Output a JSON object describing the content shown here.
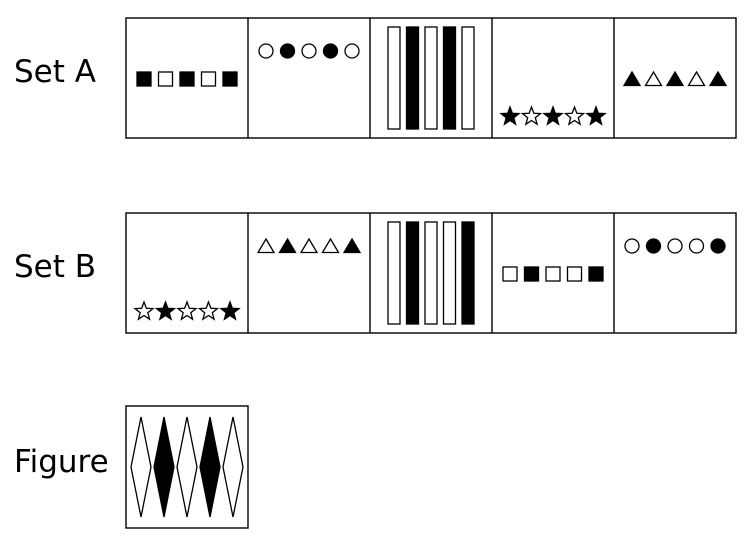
{
  "labels": {
    "set_a": "Set A",
    "set_b": "Set B",
    "figure": "Figure"
  },
  "colors": {
    "filled": "#000000",
    "hollow": "#ffffff",
    "outline": "#000000"
  },
  "set_a": [
    {
      "shape": "square",
      "valign": "middle",
      "pattern": [
        1,
        0,
        1,
        0,
        1
      ]
    },
    {
      "shape": "circle",
      "valign": "top",
      "pattern": [
        0,
        1,
        0,
        1,
        0
      ]
    },
    {
      "shape": "bar",
      "valign": "fill",
      "pattern": [
        0,
        1,
        0,
        1,
        0
      ]
    },
    {
      "shape": "star",
      "valign": "bottom",
      "pattern": [
        1,
        0,
        1,
        0,
        1
      ]
    },
    {
      "shape": "triangle",
      "valign": "middle",
      "pattern": [
        1,
        0,
        1,
        0,
        1
      ]
    }
  ],
  "set_b": [
    {
      "shape": "star",
      "valign": "bottom",
      "pattern": [
        0,
        1,
        0,
        0,
        1
      ]
    },
    {
      "shape": "triangle",
      "valign": "top",
      "pattern": [
        0,
        1,
        0,
        0,
        1
      ]
    },
    {
      "shape": "bar",
      "valign": "fill",
      "pattern": [
        0,
        1,
        0,
        0,
        1
      ]
    },
    {
      "shape": "square",
      "valign": "middle",
      "pattern": [
        0,
        1,
        0,
        0,
        1
      ]
    },
    {
      "shape": "circle",
      "valign": "top",
      "pattern": [
        0,
        1,
        0,
        0,
        1
      ]
    }
  ],
  "figure": {
    "shape": "diamond",
    "valign": "fill",
    "pattern": [
      0,
      1,
      0,
      1,
      0
    ]
  }
}
